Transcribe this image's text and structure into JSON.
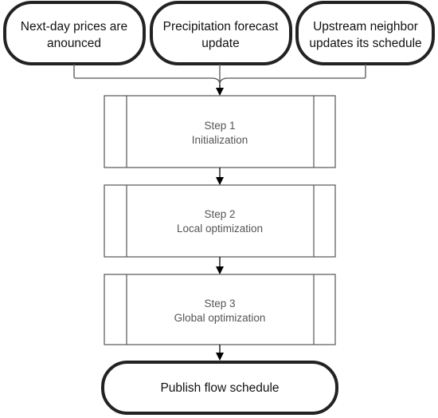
{
  "triggers": [
    {
      "line1": "Next-day prices are",
      "line2": "anounced"
    },
    {
      "line1": "Precipitation forecast",
      "line2": "update"
    },
    {
      "line1": "Upstream neighbor",
      "line2": "updates its schedule"
    }
  ],
  "steps": [
    {
      "title": "Step 1",
      "subtitle": "Initialization"
    },
    {
      "title": "Step 2",
      "subtitle": "Local optimization"
    },
    {
      "title": "Step 3",
      "subtitle": "Global optimization"
    }
  ],
  "final": {
    "label": "Publish flow schedule"
  }
}
